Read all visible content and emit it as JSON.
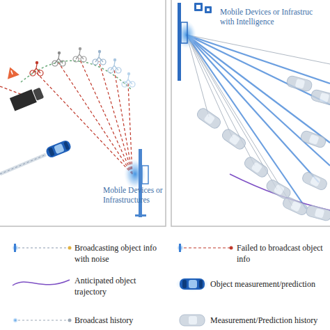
{
  "diagram": {
    "labels": [
      "Mobile Devices or Infrastructures",
      "Mobile Devices or Infrastruc",
      "with Intelligence"
    ],
    "legend": [
      {
        "text": "Broadcasting object info with noise"
      },
      {
        "text": "Failed to broadcast object info"
      },
      {
        "text": "Anticipated object trajectory"
      },
      {
        "text": "Object measurement/prediction"
      },
      {
        "text": "Broadcast history"
      },
      {
        "text": "Measurement/Prediction history"
      }
    ]
  }
}
